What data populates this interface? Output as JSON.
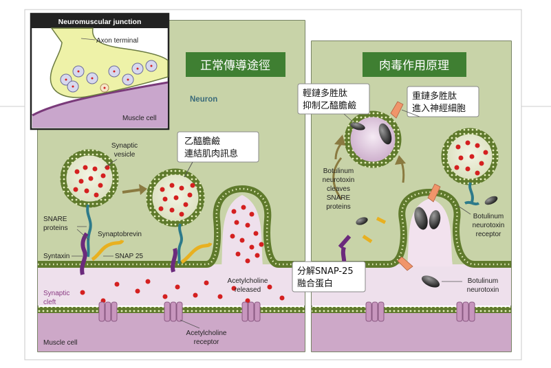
{
  "inset": {
    "title": "Neuromuscular junction",
    "axon_label": "Axon terminal",
    "muscle_label": "Muscle cell"
  },
  "left_panel": {
    "title": "正常傳導途徑",
    "neuron_label": "Neuron",
    "callout_line1": "乙醯膽鹼",
    "callout_line2": "連結肌肉訊息",
    "synaptic_vesicle_line1": "Synaptic",
    "synaptic_vesicle_line2": "vesicle",
    "snare_line1": "SNARE",
    "snare_line2": "proteins",
    "synaptobrevin": "Synaptobrevin",
    "syntaxin": "Syntaxin",
    "snap25": "SNAP 25",
    "synaptic_cleft_line1": "Synaptic",
    "synaptic_cleft_line2": "cleft",
    "ach_released_line1": "Acetylcholine",
    "ach_released_line2": "released",
    "ach_receptor_line1": "Acetylcholine",
    "ach_receptor_line2": "receptor",
    "muscle_cell": "Muscle cell"
  },
  "right_panel": {
    "title": "肉毒作用原理",
    "light_chain_line1": "輕鏈多胜肽",
    "light_chain_line2": "抑制乙醯膽鹼",
    "heavy_chain_line1": "重鏈多胜肽",
    "heavy_chain_line2": "進入神經細胞",
    "cleaves_lines": [
      "Botulinum",
      "neurotoxin",
      "cleaves",
      "SNARE",
      "proteins"
    ],
    "receptor_lines": [
      "Botulinum",
      "neurotoxin",
      "receptor"
    ],
    "toxin_lines": [
      "Botulinum",
      "neurotoxin"
    ],
    "snap_callout_line1": "分解SNAP-25",
    "snap_callout_line2": "融合蛋白"
  },
  "colors": {
    "cytoplasm": "#c8d3a8",
    "cleft": "#eee0ec",
    "muscle": "#cda8c8",
    "membrane_green": "#5f7a2c",
    "membrane_dots": "#e8f0c0",
    "vesicle_fill": "#e8ecd2",
    "ach_red": "#d42020",
    "title_bg": "#3f7f32",
    "title_text": "#ffffff",
    "syntaxin_purple": "#6b2a7c",
    "snap_yellow": "#e8b020",
    "synaptobrevin_teal": "#2d7a8a",
    "heavy_chain_salmon": "#f0956a",
    "toxin_gray": "#3a3a3a",
    "receptor_pink": "#c896be"
  }
}
